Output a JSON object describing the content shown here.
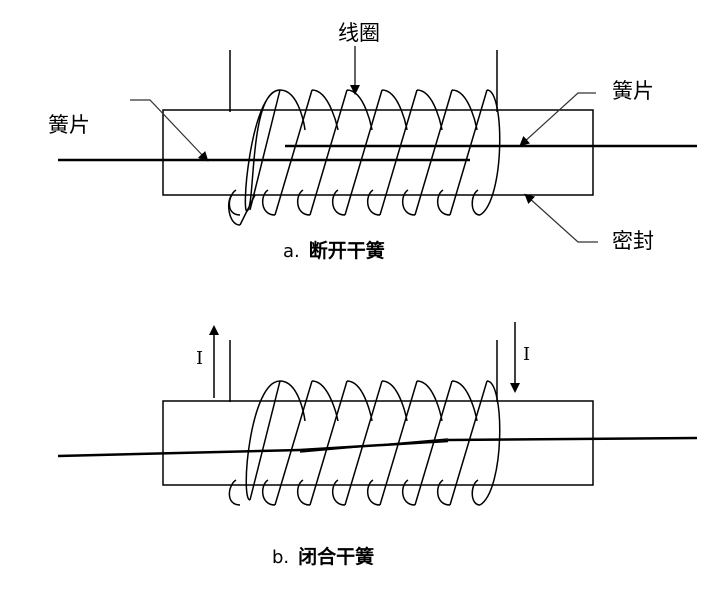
{
  "diagram_a": {
    "coil_label": "线圈",
    "reed_left_label": "簧片",
    "reed_right_label": "簧片",
    "seal_label": "密封",
    "caption_prefix": "a.",
    "caption_title": "断开干簧"
  },
  "diagram_b": {
    "current_left": "I",
    "current_right": "I",
    "caption_prefix": "b.",
    "caption_title": "闭合干簧"
  },
  "colors": {
    "stroke": "#000000",
    "leader": "#333333",
    "background": "#ffffff"
  }
}
